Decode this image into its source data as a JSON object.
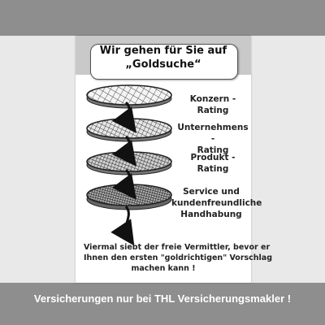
{
  "header": {
    "line1": "Wir gehen für Sie auf",
    "line2": "„Goldsuche“"
  },
  "levels": [
    {
      "lines": [
        "Konzern - Rating"
      ]
    },
    {
      "lines": [
        "Unternehmens -",
        "Rating"
      ]
    },
    {
      "lines": [
        "Produkt -",
        "Rating"
      ]
    },
    {
      "lines": [
        "Service und",
        "kundenfreundliche",
        "Handhabung"
      ]
    }
  ],
  "bottom_text": {
    "lines": [
      "Viermal siebt der freie Vermittler, bevor er",
      "Ihnen den ersten \"goldrichtigen\" Vorschlag",
      "machen kann !"
    ]
  },
  "caption": "Versicherungen nur bei THL Versicherungsmakler !"
}
